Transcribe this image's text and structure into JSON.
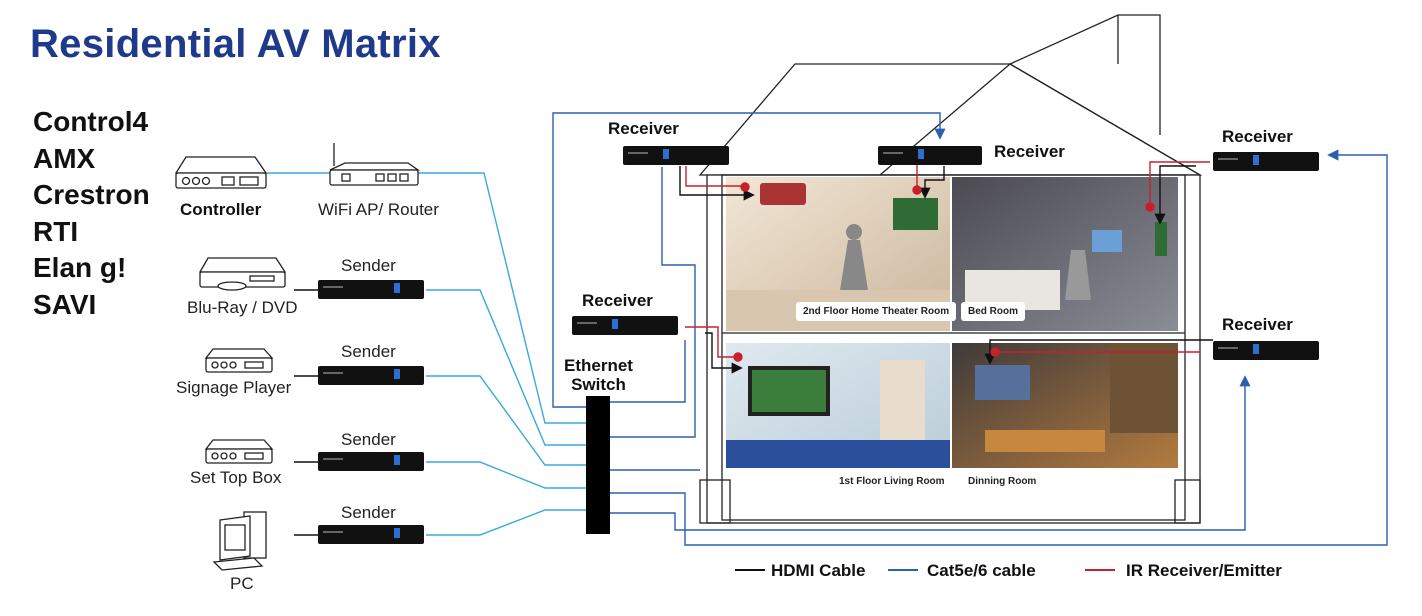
{
  "title": "Residential AV Matrix",
  "brands": [
    "Control4",
    "AMX",
    "Crestron",
    "RTI",
    "Elan g!",
    "SAVI"
  ],
  "devices": {
    "controller": "Controller",
    "router": "WiFi AP/ Router",
    "bluray": "Blu-Ray / DVD",
    "signage": "Signage Player",
    "settop": "Set Top Box",
    "pc": "PC"
  },
  "sender_label": "Sender",
  "receiver_label": "Receiver",
  "switch_label": [
    "Ethernet",
    "Switch"
  ],
  "rooms": {
    "home_theater": "2nd Floor Home Theater Room",
    "bed_room": "Bed Room",
    "living_room": "1st Floor Living Room",
    "dinning_room": "Dinning Room"
  },
  "legend": {
    "hdmi": "HDMI Cable",
    "cat": "Cat5e/6 cable",
    "ir": "IR Receiver/Emitter"
  },
  "colors": {
    "title": "#1f3a8a",
    "hdmi": "#111111",
    "cat_cyan": "#3aa9dd",
    "cat_blue": "#2b5fb0",
    "ir": "#c8202b"
  }
}
